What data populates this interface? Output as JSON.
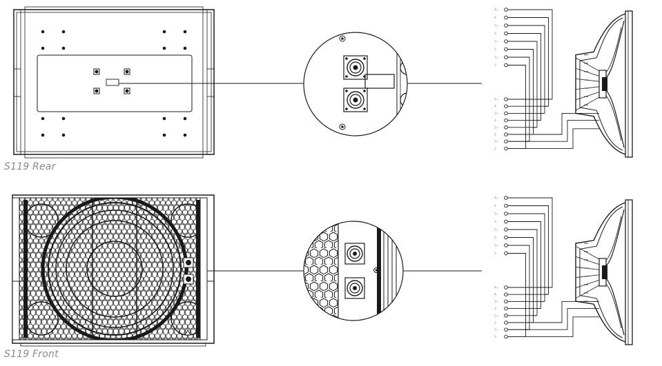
{
  "captions": {
    "rear": "S119 Rear",
    "front": "S119 Front"
  },
  "pin_labels": [
    "4+",
    "4-",
    "3+",
    "3-",
    "2+",
    "2-",
    "1+",
    "1-"
  ],
  "colors": {
    "line": "#1a1a1a",
    "caption": "#8a8a8a",
    "background": "#ffffff"
  }
}
